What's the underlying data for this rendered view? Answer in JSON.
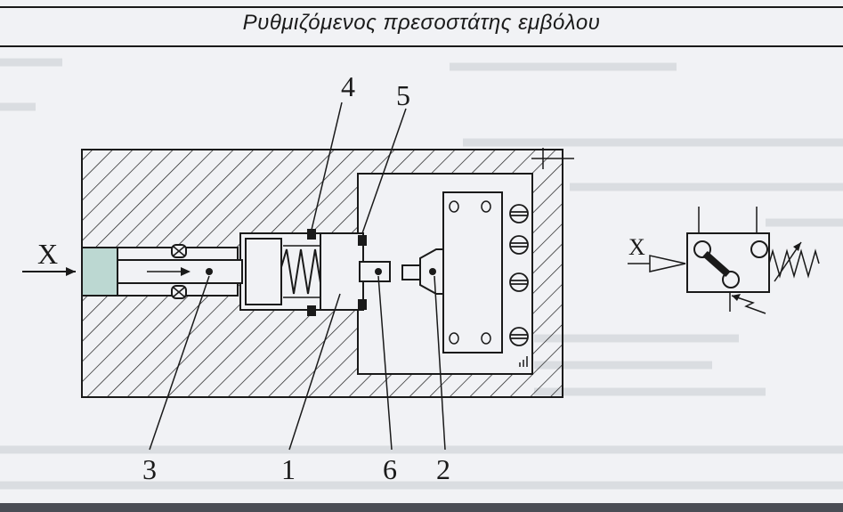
{
  "caption": "Ρυθμιζόμενος πρεσοστάτης εμβόλου",
  "labels": {
    "x_input": "X",
    "x_symbol": "X",
    "part_1": "1",
    "part_2": "2",
    "part_3": "3",
    "part_4": "4",
    "part_5": "5",
    "part_6": "6"
  },
  "colors": {
    "background": "#f1f2f5",
    "ink": "#1a1a1a",
    "port_fill": "#bcd8d2"
  }
}
